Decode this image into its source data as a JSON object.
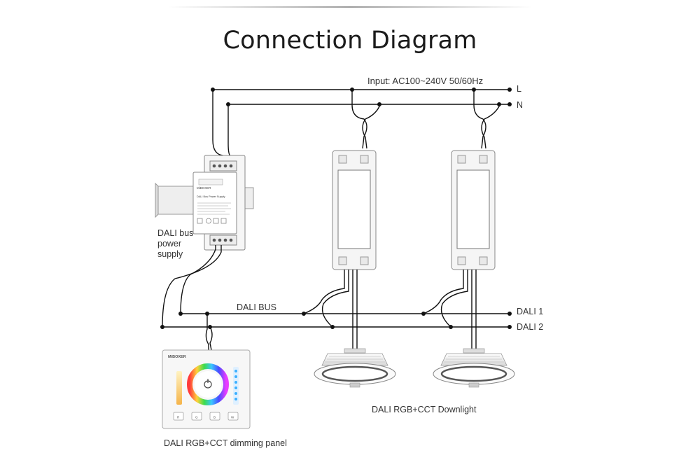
{
  "title": "Connection Diagram",
  "input_label": "Input: AC100~240V  50/60Hz",
  "line_L": "L",
  "line_N": "N",
  "dali_bus": "DALI BUS",
  "dali_1": "DALI 1",
  "dali_2": "DALI 2",
  "psu_label": [
    "DALI bus",
    "power",
    "supply"
  ],
  "panel_label": "DALI RGB+CCT dimming panel",
  "downlight_label": "DALI RGB+CCT Downlight",
  "psu_brand": "MiBOXER",
  "psu_product": "DALI Bus Power Supply",
  "panel_brand": "MiBOXER",
  "panel_buttons": [
    "R",
    "G",
    "B",
    "W"
  ],
  "colors": {
    "wire": "#111111",
    "driver": "#f4f4f4",
    "text": "#333333"
  }
}
